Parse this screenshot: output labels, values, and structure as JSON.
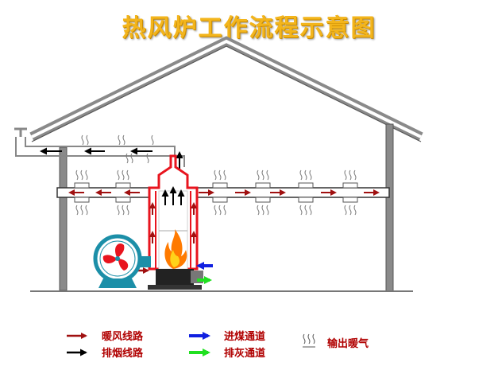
{
  "title": "热风炉工作流程示意图",
  "legend": [
    {
      "label": "暖风线路",
      "color": "#a01010",
      "icon": "dark-red-arrow-icon"
    },
    {
      "label": "排烟线路",
      "color": "#000000",
      "icon": "black-arrow-icon"
    },
    {
      "label": "进煤通道",
      "color": "#1020e0",
      "icon": "blue-arrow-icon"
    },
    {
      "label": "排灰通道",
      "color": "#20e020",
      "icon": "green-arrow-icon"
    },
    {
      "label": "输出暖气",
      "color": "#555555",
      "icon": "heat-wave-icon"
    }
  ],
  "colors": {
    "roof": "#8a8a8a",
    "hot_air": "#a01010",
    "furnace_red": "#e8141e",
    "fan": "#1c8fa8",
    "flame": "#ff7a00"
  }
}
